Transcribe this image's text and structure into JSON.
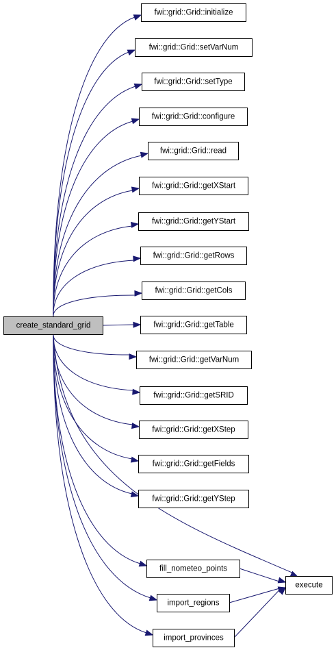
{
  "diagram": {
    "type": "call-graph",
    "root": "create_standard_grid",
    "nodes": [
      {
        "id": "root",
        "label": "create_standard_grid"
      },
      {
        "id": "initialize",
        "label": "fwi::grid::Grid::initialize"
      },
      {
        "id": "setVarNum",
        "label": "fwi::grid::Grid::setVarNum"
      },
      {
        "id": "setType",
        "label": "fwi::grid::Grid::setType"
      },
      {
        "id": "configure",
        "label": "fwi::grid::Grid::configure"
      },
      {
        "id": "read",
        "label": "fwi::grid::Grid::read"
      },
      {
        "id": "getXStart",
        "label": "fwi::grid::Grid::getXStart"
      },
      {
        "id": "getYStart",
        "label": "fwi::grid::Grid::getYStart"
      },
      {
        "id": "getRows",
        "label": "fwi::grid::Grid::getRows"
      },
      {
        "id": "getCols",
        "label": "fwi::grid::Grid::getCols"
      },
      {
        "id": "getTable",
        "label": "fwi::grid::Grid::getTable"
      },
      {
        "id": "getVarNum",
        "label": "fwi::grid::Grid::getVarNum"
      },
      {
        "id": "getSRID",
        "label": "fwi::grid::Grid::getSRID"
      },
      {
        "id": "getXStep",
        "label": "fwi::grid::Grid::getXStep"
      },
      {
        "id": "getFields",
        "label": "fwi::grid::Grid::getFields"
      },
      {
        "id": "getYStep",
        "label": "fwi::grid::Grid::getYStep"
      },
      {
        "id": "fill_nometeo_points",
        "label": "fill_nometeo_points"
      },
      {
        "id": "import_regions",
        "label": "import_regions"
      },
      {
        "id": "import_provinces",
        "label": "import_provinces"
      },
      {
        "id": "execute",
        "label": "execute"
      }
    ],
    "edges": [
      {
        "from": "root",
        "to": "initialize"
      },
      {
        "from": "root",
        "to": "setVarNum"
      },
      {
        "from": "root",
        "to": "setType"
      },
      {
        "from": "root",
        "to": "configure"
      },
      {
        "from": "root",
        "to": "read"
      },
      {
        "from": "root",
        "to": "getXStart"
      },
      {
        "from": "root",
        "to": "getYStart"
      },
      {
        "from": "root",
        "to": "getRows"
      },
      {
        "from": "root",
        "to": "getCols"
      },
      {
        "from": "root",
        "to": "getTable"
      },
      {
        "from": "root",
        "to": "getVarNum"
      },
      {
        "from": "root",
        "to": "getSRID"
      },
      {
        "from": "root",
        "to": "getXStep"
      },
      {
        "from": "root",
        "to": "getFields"
      },
      {
        "from": "root",
        "to": "getYStep"
      },
      {
        "from": "root",
        "to": "execute"
      },
      {
        "from": "root",
        "to": "fill_nometeo_points"
      },
      {
        "from": "root",
        "to": "import_regions"
      },
      {
        "from": "root",
        "to": "import_provinces"
      },
      {
        "from": "fill_nometeo_points",
        "to": "execute"
      },
      {
        "from": "import_regions",
        "to": "execute"
      },
      {
        "from": "import_provinces",
        "to": "execute"
      }
    ],
    "colors": {
      "edge": "#191970",
      "root_fill": "#bfbfbf",
      "node_fill": "#ffffff",
      "node_border": "#000000"
    }
  }
}
